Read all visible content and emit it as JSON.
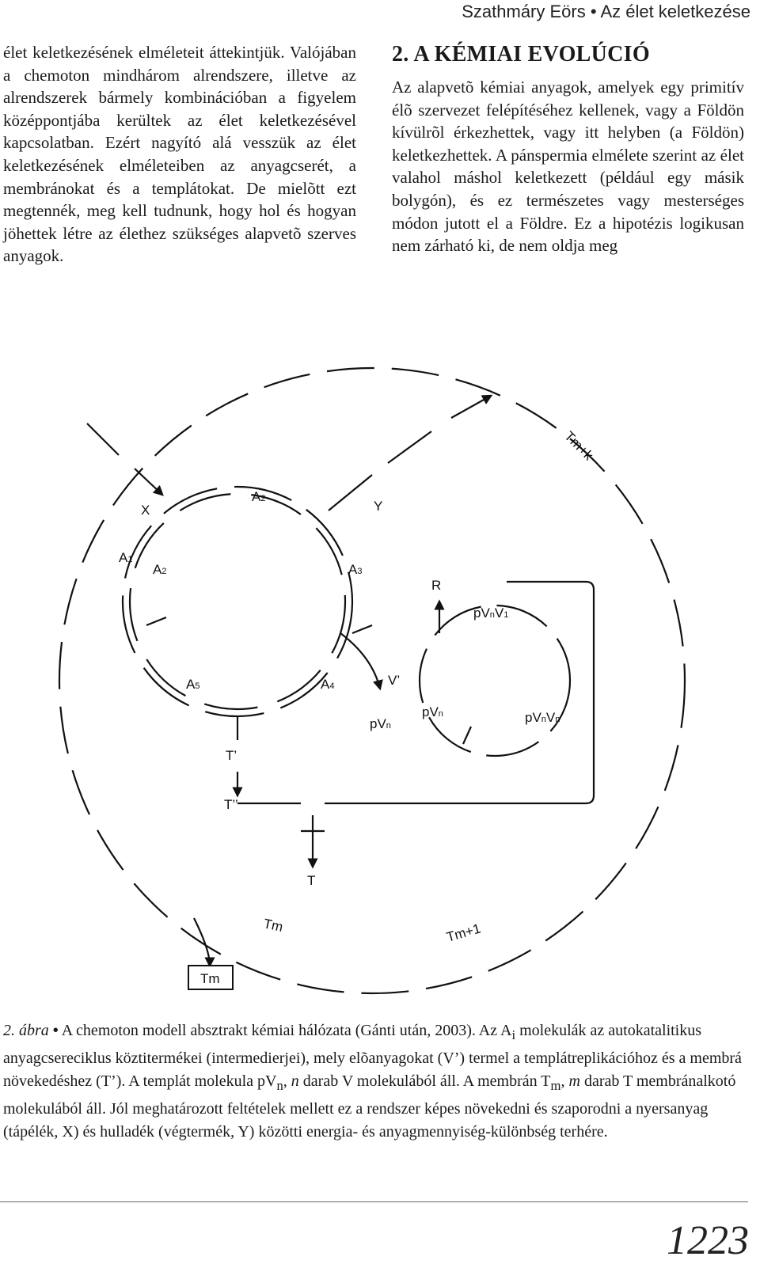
{
  "header": {
    "text": "Szathmáry Eörs • Az élet keletkezése"
  },
  "left_column": {
    "paragraph": "élet keletkezésének elméleteit áttekintjük. Valójában a chemoton mindhárom alrendszere, illetve az alrendszerek bármely kombinációban a figyelem középpontjába kerültek az élet keletkezésével kapcsolatban. Ezért nagyító alá vesszük az élet keletkezésének elméleteiben az anyagcserét, a membránokat és a templátokat. De mielõtt ezt megtennék, meg kell tudnunk, hogy hol és hogyan jöhettek létre az élethez szükséges alapvetõ szerves anyagok."
  },
  "right_column": {
    "section_title": "2. A KÉMIAI EVOLÚCIÓ",
    "paragraph": "Az alapvetõ kémiai anyagok, amelyek egy primitív élõ szervezet felépítéséhez kellenek, vagy a Földön kívülrõl érkezhettek, vagy itt helyben (a Földön) keletkezhettek. A pánspermia elmélete szerint az élet valahol máshol keletkezett (például egy másik bolygón), és ez természetes vagy mesterséges módon jutott el a Földre. Ez a hipotézis logikusan nem zárható ki, de nem oldja meg"
  },
  "figure": {
    "labels": {
      "X": "X",
      "Y": "Y",
      "R": "R",
      "A": "A",
      "sub_1": "1",
      "sub_2": "2",
      "sub_3": "3",
      "sub_4": "4",
      "sub_5": "5",
      "V_prime": "V’",
      "pV": "pV",
      "V": "V",
      "sub_n": "n",
      "T_prime": "T’",
      "T_dprime": "T’’",
      "T": "T",
      "Tm_box": "Tm",
      "Tm_seg": "Tm",
      "Tm1_seg": "Tm+1",
      "Tmk_seg": "Tm+k"
    }
  },
  "caption": {
    "fig_label": "2. ábra",
    "bullet": "•",
    "text_1": "A chemoton modell absztrakt kémiai hálózata (Gánti után, 2003). Az A",
    "sub_i": "i",
    "text_2": " molekulák az autokatalitikus anyagcsereciklus köztitermékei (intermedierjei), mely elõanyagokat (V’) termel a templátreplikációhoz és a membrá növekedéshez (T’). A templát molekula pV",
    "sub_n": "n",
    "text_3": ", ",
    "n_var": "n",
    "text_4": " darab V molekulából áll. A membrán T",
    "sub_m": "m",
    "text_5": ", ",
    "m_var": "m",
    "text_6": " darab T membránalkotó molekulából áll. Jól meghatározott feltételek mellett ez a rendszer képes növekedni és szaporodni a nyersanyag (tápélék, X) és hulladék (végtermék, Y) közötti energia- és anyagmennyiség-különbség terhére."
  },
  "page_number": "1223"
}
